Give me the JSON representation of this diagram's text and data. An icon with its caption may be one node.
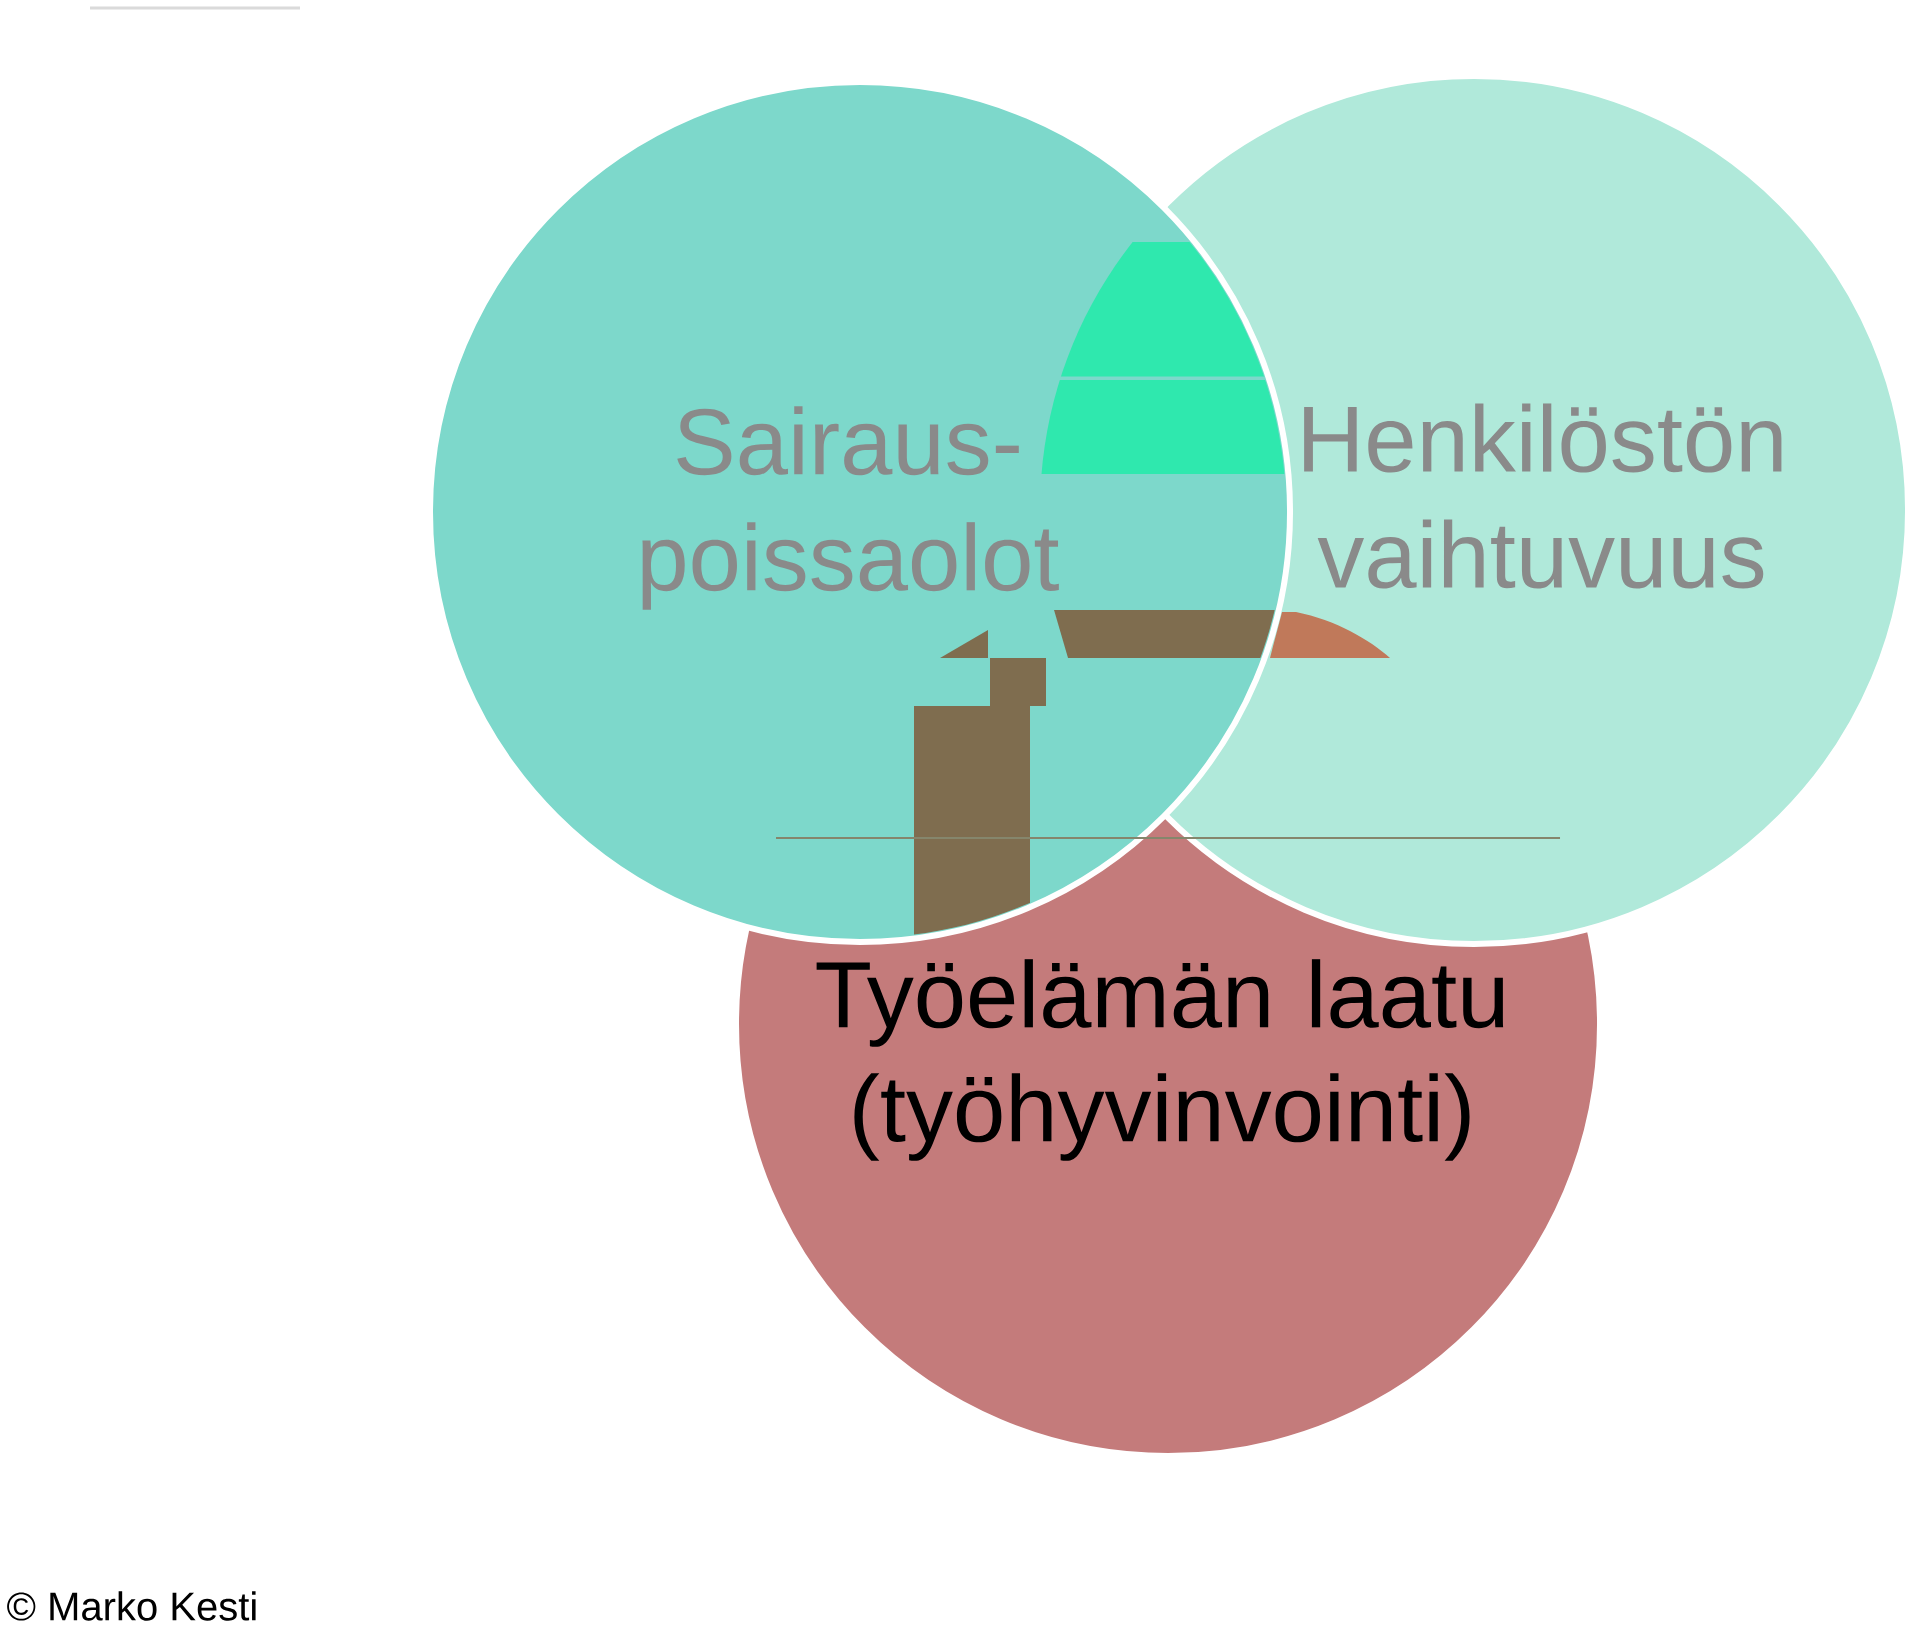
{
  "diagram": {
    "nodes": [
      {
        "text": [
          "Sairaus- poissaolot"
        ]
      },
      {
        "text": [
          "Henkilöstön vaihtuvuus"
        ]
      },
      {
        "text": [
          "Työelämän laatu (työhyvinvointi)"
        ]
      }
    ],
    "labels": [
      "© Marko Kesti"
    ]
  }
}
